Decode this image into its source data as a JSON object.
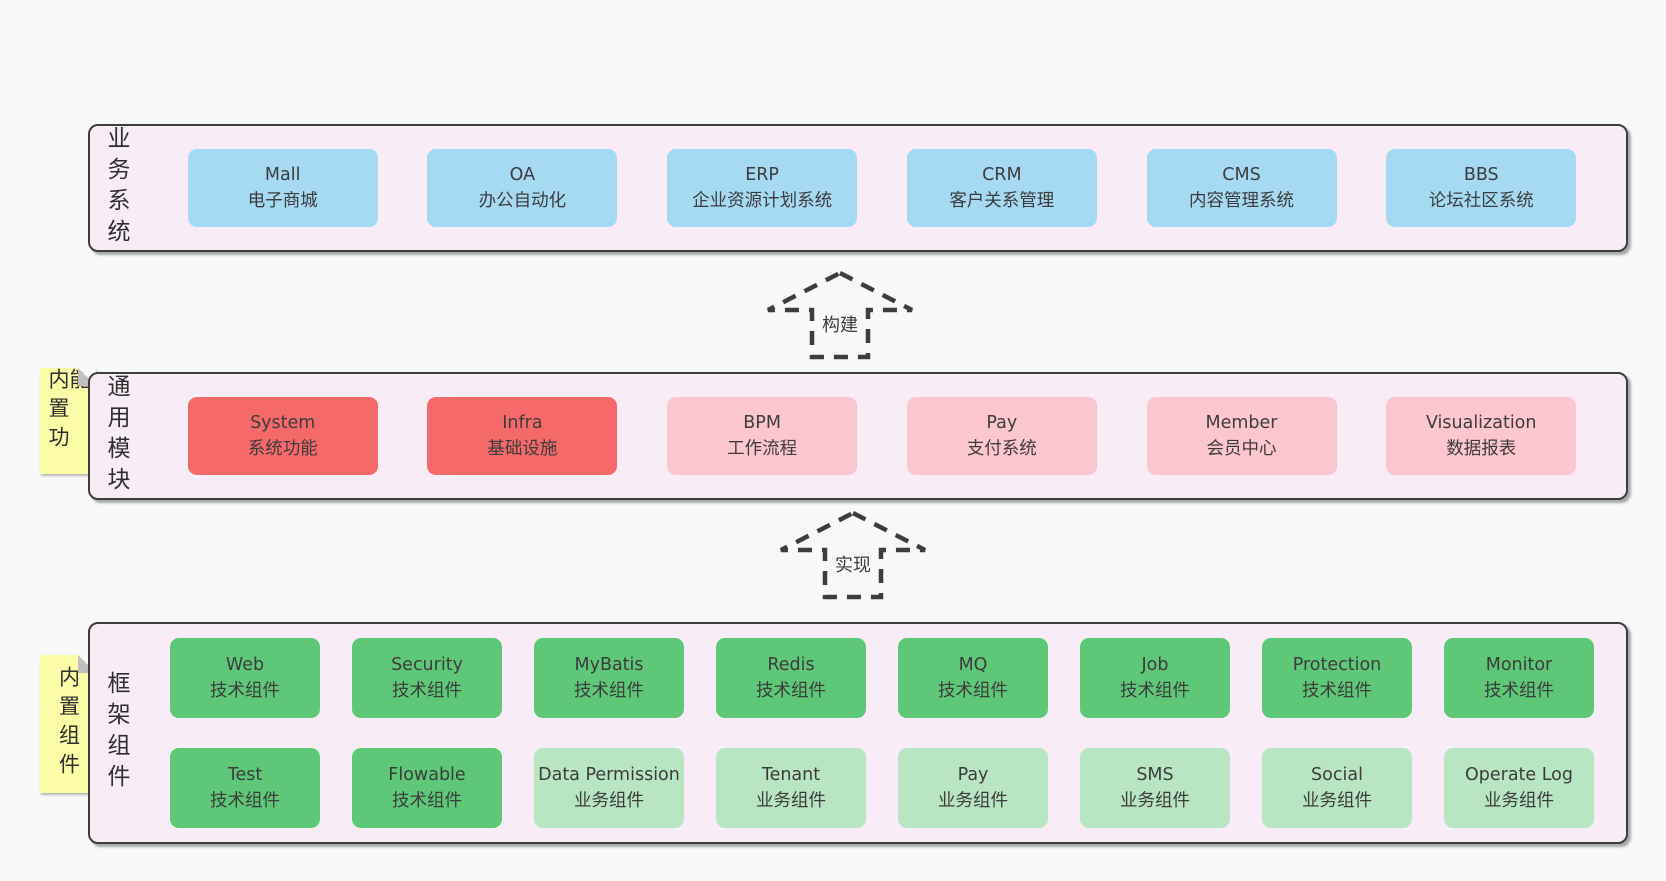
{
  "diagram": {
    "colors": {
      "page_bg": "#f8f8f8",
      "band_bg": "#f8edf6",
      "band_border": "#3d3d3d",
      "blue": "#a6daf3",
      "red": "#f5696a",
      "pink": "#fcc6ce",
      "green": "#5ec878",
      "light_green": "#b8e5c2",
      "note_yellow": "#fbfba8"
    },
    "arrows": [
      {
        "label": "构建"
      },
      {
        "label": "实现"
      }
    ],
    "bands": [
      {
        "label": "业务系统",
        "note": null,
        "rows": [
          [
            {
              "en": "Mall",
              "zh": "电子商城",
              "variant": "blue"
            },
            {
              "en": "OA",
              "zh": "办公自动化",
              "variant": "blue"
            },
            {
              "en": "ERP",
              "zh": "企业资源计划系统",
              "variant": "blue"
            },
            {
              "en": "CRM",
              "zh": "客户关系管理",
              "variant": "blue"
            },
            {
              "en": "CMS",
              "zh": "内容管理系统",
              "variant": "blue"
            },
            {
              "en": "BBS",
              "zh": "论坛社区系统",
              "variant": "blue"
            }
          ]
        ]
      },
      {
        "label": "通用模块",
        "note": "内置功能",
        "rows": [
          [
            {
              "en": "System",
              "zh": "系统功能",
              "variant": "red"
            },
            {
              "en": "Infra",
              "zh": "基础设施",
              "variant": "red"
            },
            {
              "en": "BPM",
              "zh": "工作流程",
              "variant": "pink"
            },
            {
              "en": "Pay",
              "zh": "支付系统",
              "variant": "pink"
            },
            {
              "en": "Member",
              "zh": "会员中心",
              "variant": "pink"
            },
            {
              "en": "Visualization",
              "zh": "数据报表",
              "variant": "pink"
            }
          ]
        ]
      },
      {
        "label": "框架组件",
        "note": "内置组件",
        "rows": [
          [
            {
              "en": "Web",
              "zh": "技术组件",
              "variant": "green"
            },
            {
              "en": "Security",
              "zh": "技术组件",
              "variant": "green"
            },
            {
              "en": "MyBatis",
              "zh": "技术组件",
              "variant": "green"
            },
            {
              "en": "Redis",
              "zh": "技术组件",
              "variant": "green"
            },
            {
              "en": "MQ",
              "zh": "技术组件",
              "variant": "green"
            },
            {
              "en": "Job",
              "zh": "技术组件",
              "variant": "green"
            },
            {
              "en": "Protection",
              "zh": "技术组件",
              "variant": "green"
            },
            {
              "en": "Monitor",
              "zh": "技术组件",
              "variant": "green"
            }
          ],
          [
            {
              "en": "Test",
              "zh": "技术组件",
              "variant": "green"
            },
            {
              "en": "Flowable",
              "zh": "技术组件",
              "variant": "green"
            },
            {
              "en": "Data Permission",
              "zh": "业务组件",
              "variant": "lightgreen"
            },
            {
              "en": "Tenant",
              "zh": "业务组件",
              "variant": "lightgreen"
            },
            {
              "en": "Pay",
              "zh": "业务组件",
              "variant": "lightgreen"
            },
            {
              "en": "SMS",
              "zh": "业务组件",
              "variant": "lightgreen"
            },
            {
              "en": "Social",
              "zh": "业务组件",
              "variant": "lightgreen"
            },
            {
              "en": "Operate Log",
              "zh": "业务组件",
              "variant": "lightgreen"
            }
          ]
        ]
      }
    ]
  }
}
